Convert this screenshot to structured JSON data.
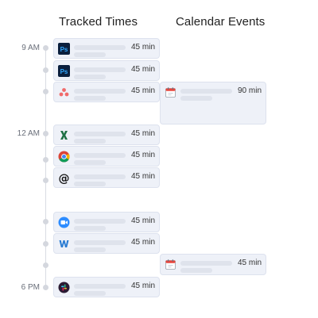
{
  "headers": {
    "tracked": "Tracked Times",
    "calendar": "Calendar Events"
  },
  "time_labels": [
    "9 AM",
    "12 AM",
    "6 PM"
  ],
  "tracked": [
    {
      "app": "photoshop-icon",
      "duration": "45 min"
    },
    {
      "app": "photoshop-icon",
      "duration": "45 min"
    },
    {
      "app": "asana-icon",
      "duration": "45 min"
    },
    {
      "app": "excel-icon",
      "duration": "45 min"
    },
    {
      "app": "chrome-icon",
      "duration": "45 min"
    },
    {
      "app": "email-at-icon",
      "duration": "45 min"
    },
    {
      "app": "zoom-icon",
      "duration": "45 min"
    },
    {
      "app": "word-icon",
      "duration": "45 min"
    },
    {
      "app": "slack-icon",
      "duration": "45 min"
    }
  ],
  "calendar": [
    {
      "app": "calendar-icon",
      "duration": "90 min"
    },
    {
      "app": "calendar-icon",
      "duration": "45 min"
    }
  ],
  "colors": {
    "card_bg": "#eef1f8",
    "card_border": "#dde2ee",
    "timeline": "#d9dce3",
    "photoshop": "#0a1f3d",
    "photoshop_text": "#31a8ff",
    "asana": "#f06a6a",
    "excel": "#1e7145",
    "zoom": "#2d8cff",
    "word": "#2b7cd3"
  }
}
